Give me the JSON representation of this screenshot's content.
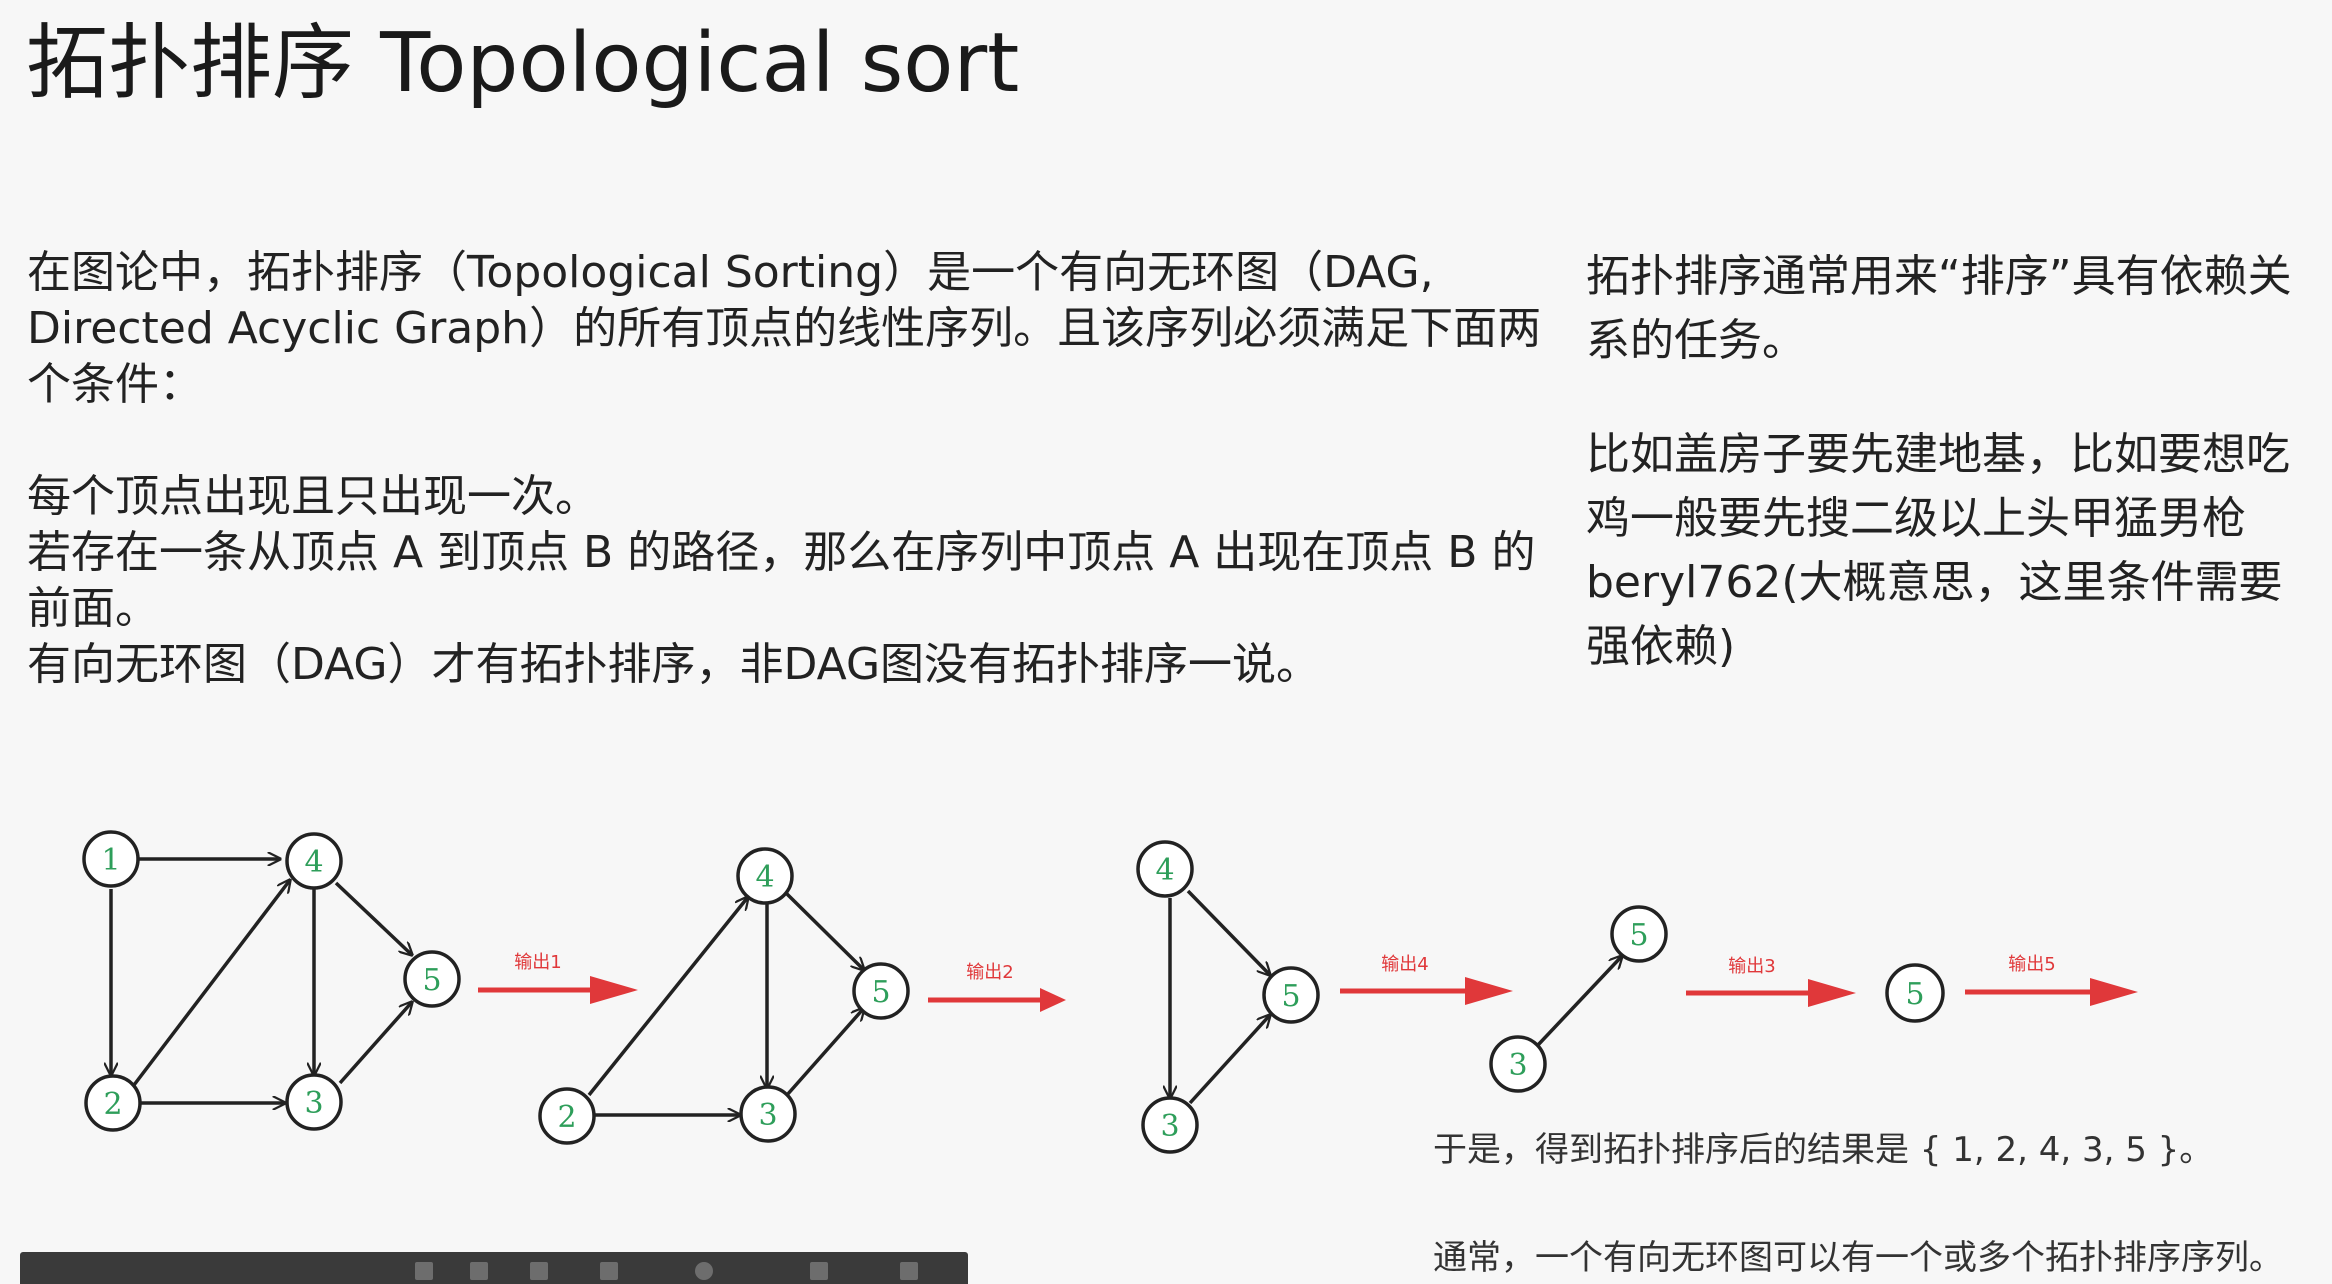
{
  "title": "拓扑排序 Topological sort",
  "left_text": {
    "para1": "在图论中，拓扑排序（Topological Sorting）是一个有向无环图（DAG, Directed Acyclic Graph）的所有顶点的线性序列。且该序列必须满足下面两个条件：",
    "item1": "每个顶点出现且只出现一次。",
    "item2": "若存在一条从顶点 A 到顶点 B 的路径，那么在序列中顶点 A 出现在顶点 B 的前面。",
    "item3": "有向无环图（DAG）才有拓扑排序，非DAG图没有拓扑排序一说。"
  },
  "right_text": {
    "para1": "拓扑排序通常用来“排序”具有依赖关系的任务。",
    "para2": "比如盖房子要先建地基，比如要想吃鸡一般要先搜二级以上头甲猛男枪beryl762(大概意思，这里条件需要强依赖)"
  },
  "diagram": {
    "node_labels": {
      "n1": "1",
      "n2": "2",
      "n3": "3",
      "n4": "4",
      "n5": "5"
    },
    "arrow_labels": [
      "输出1",
      "输出2",
      "输出4",
      "输出3",
      "输出5"
    ],
    "colors": {
      "node_text": "#2e9e5a",
      "arrow": "#e0383a",
      "edge": "#222222"
    }
  },
  "notes": {
    "result": "于是，得到拓扑排序后的结果是 { 1, 2, 4, 3, 5 }。",
    "multiple": "通常，一个有向无环图可以有一个或多个拓扑排序序列。"
  }
}
